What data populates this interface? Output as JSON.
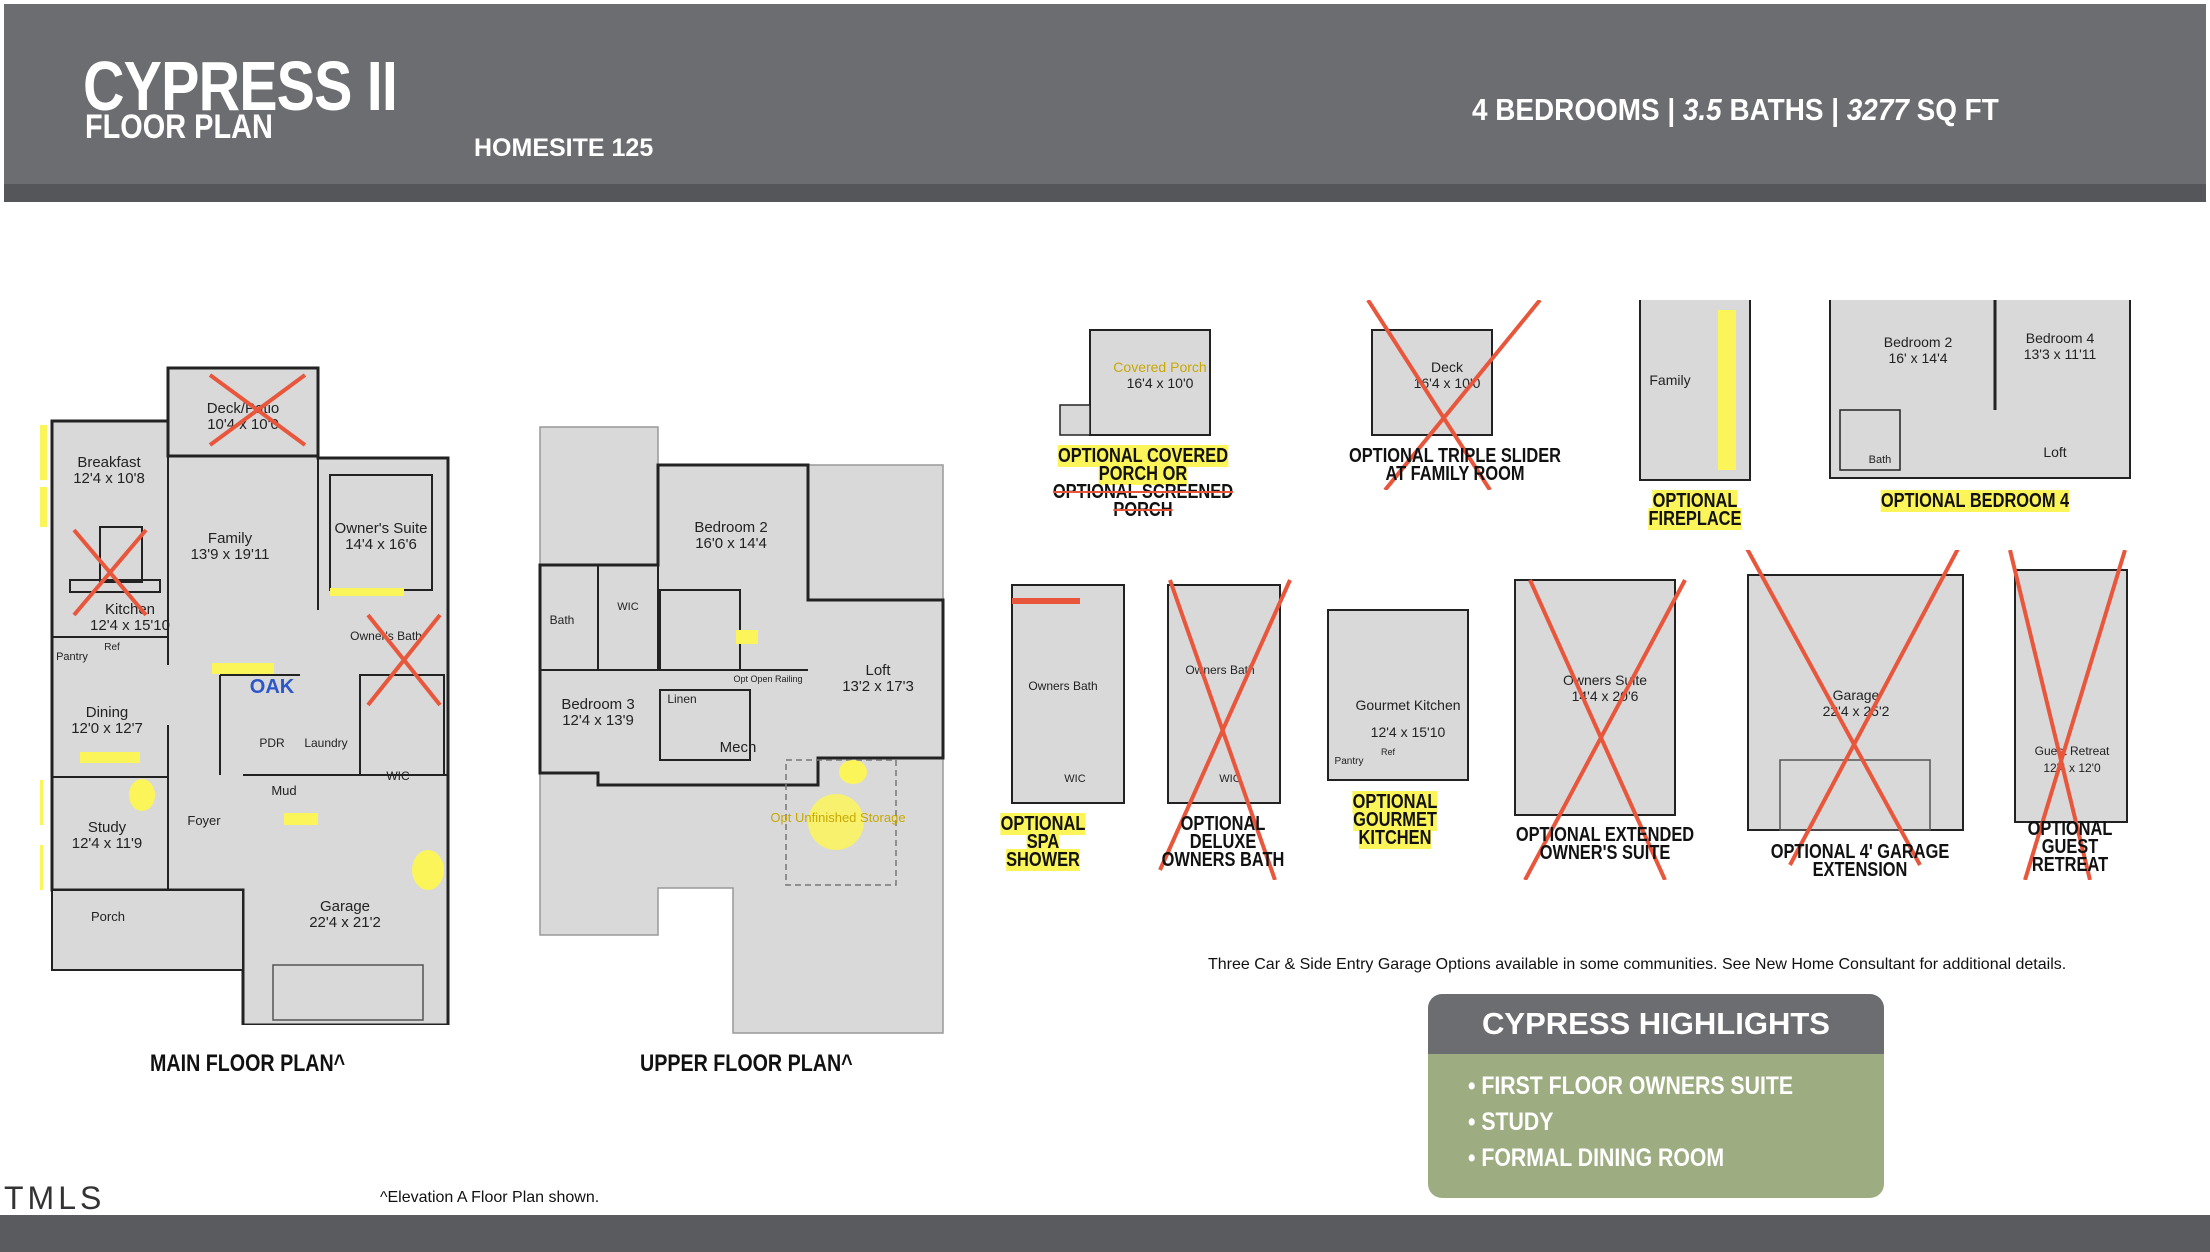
{
  "header": {
    "title": "CYPRESS II",
    "subtitle": "FLOOR PLAN",
    "homesite": "HOMESITE 125",
    "specs_prefix": "4 BEDROOMS | ",
    "specs_baths": "3.5",
    "specs_mid": " BATHS | ",
    "specs_sqft": "3277",
    "specs_suffix": " SQ FT"
  },
  "main_plan": {
    "label": "MAIN FLOOR PLAN^",
    "rooms": {
      "deck_patio": "Deck/Patio",
      "deck_patio_dim": "10'4 x 10'0",
      "breakfast": "Breakfast",
      "breakfast_dim": "12'4 x 10'8",
      "family": "Family",
      "family_dim": "13'9 x 19'11",
      "owners_suite": "Owner's Suite",
      "owners_suite_dim": "14'4 x 16'6",
      "kitchen": "Kitchen",
      "kitchen_dim": "12'4 x 15'10",
      "owners_bath": "Owner's Bath",
      "pantry": "Pantry",
      "ref": "Ref",
      "dining": "Dining",
      "dining_dim": "12'0 x 12'7",
      "oak": "OAK",
      "pdr": "PDR",
      "laundry": "Laundry",
      "wic": "WIC",
      "study": "Study",
      "study_dim": "12'4 x 11'9",
      "foyer": "Foyer",
      "mud": "Mud",
      "garage": "Garage",
      "garage_dim": "22'4 x 21'2",
      "porch": "Porch"
    }
  },
  "upper_plan": {
    "label": "UPPER FLOOR PLAN^",
    "rooms": {
      "bedroom2": "Bedroom 2",
      "bedroom2_dim": "16'0 x 14'4",
      "bath": "Bath",
      "wic": "WIC",
      "bedroom3": "Bedroom 3",
      "bedroom3_dim": "12'4 x 13'9",
      "linen": "Linen",
      "opt_open_railing": "Opt Open Railing",
      "loft": "Loft",
      "loft_dim": "13'2 x 17'3",
      "mech": "Mech",
      "opt_unfinished_storage": "Opt Unfinished Storage"
    }
  },
  "options": {
    "covered_porch": {
      "line1": "OPTIONAL COVERED PORCH OR",
      "line2": "OPTIONAL SCREENED PORCH",
      "room": "Covered Porch",
      "dim": "16'4 x 10'0"
    },
    "triple_slider": {
      "line1": "OPTIONAL TRIPLE SLIDER",
      "line2": "AT FAMILY ROOM",
      "room": "Deck",
      "dim": "16'4 x 10'0"
    },
    "fireplace": {
      "line1": "OPTIONAL",
      "line2": "FIREPLACE",
      "room": "Family"
    },
    "bedroom4": {
      "line1": "OPTIONAL BEDROOM 4",
      "bedroom2": "Bedroom 2",
      "bedroom2_dim": "16' x 14'4",
      "bedroom4": "Bedroom 4",
      "bedroom4_dim": "13'3 x 11'11",
      "bath": "Bath",
      "loft": "Loft"
    },
    "spa_shower": {
      "line1": "OPTIONAL",
      "line2": "SPA SHOWER",
      "room": "Owners Bath",
      "wic": "WIC"
    },
    "deluxe_bath": {
      "line1": "OPTIONAL",
      "line2": "DELUXE",
      "line3": "OWNERS BATH",
      "room": "Owners Bath",
      "wic": "WIC"
    },
    "gourmet_kitchen": {
      "line1": "OPTIONAL",
      "line2": "GOURMET KITCHEN",
      "room": "Gourmet Kitchen",
      "dim": "12'4 x 15'10",
      "pantry": "Pantry",
      "ref": "Ref"
    },
    "extended_suite": {
      "line1": "OPTIONAL EXTENDED",
      "line2": "OWNER'S SUITE",
      "room": "Owners Suite",
      "dim": "14'4 x 20'6"
    },
    "garage_extension": {
      "line1": "OPTIONAL 4' GARAGE",
      "line2": "EXTENSION",
      "room": "Garage",
      "dim": "22'4 x 25'2"
    },
    "guest_retreat": {
      "line1": "OPTIONAL",
      "line2": "GUEST RETREAT",
      "room": "Guest Retreat",
      "dim": "12'4 x 12'0"
    }
  },
  "note": "Three Car & Side Entry Garage Options available in some communities.  See New Home Consultant for additional details.",
  "elevation_note": "^Elevation A Floor Plan shown.",
  "watermark": "TMLS",
  "highlights": {
    "title": "CYPRESS HIGHLIGHTS",
    "items": [
      "FIRST FLOOR OWNERS SUITE",
      "STUDY",
      "FORMAL DINING ROOM"
    ]
  },
  "colors": {
    "header": "#6c6d70",
    "plan_fill": "#d9d9da",
    "wall": "#222222",
    "highlight": "#fbf55a",
    "cross": "#e8563b",
    "highlights_body": "#9ead81"
  }
}
